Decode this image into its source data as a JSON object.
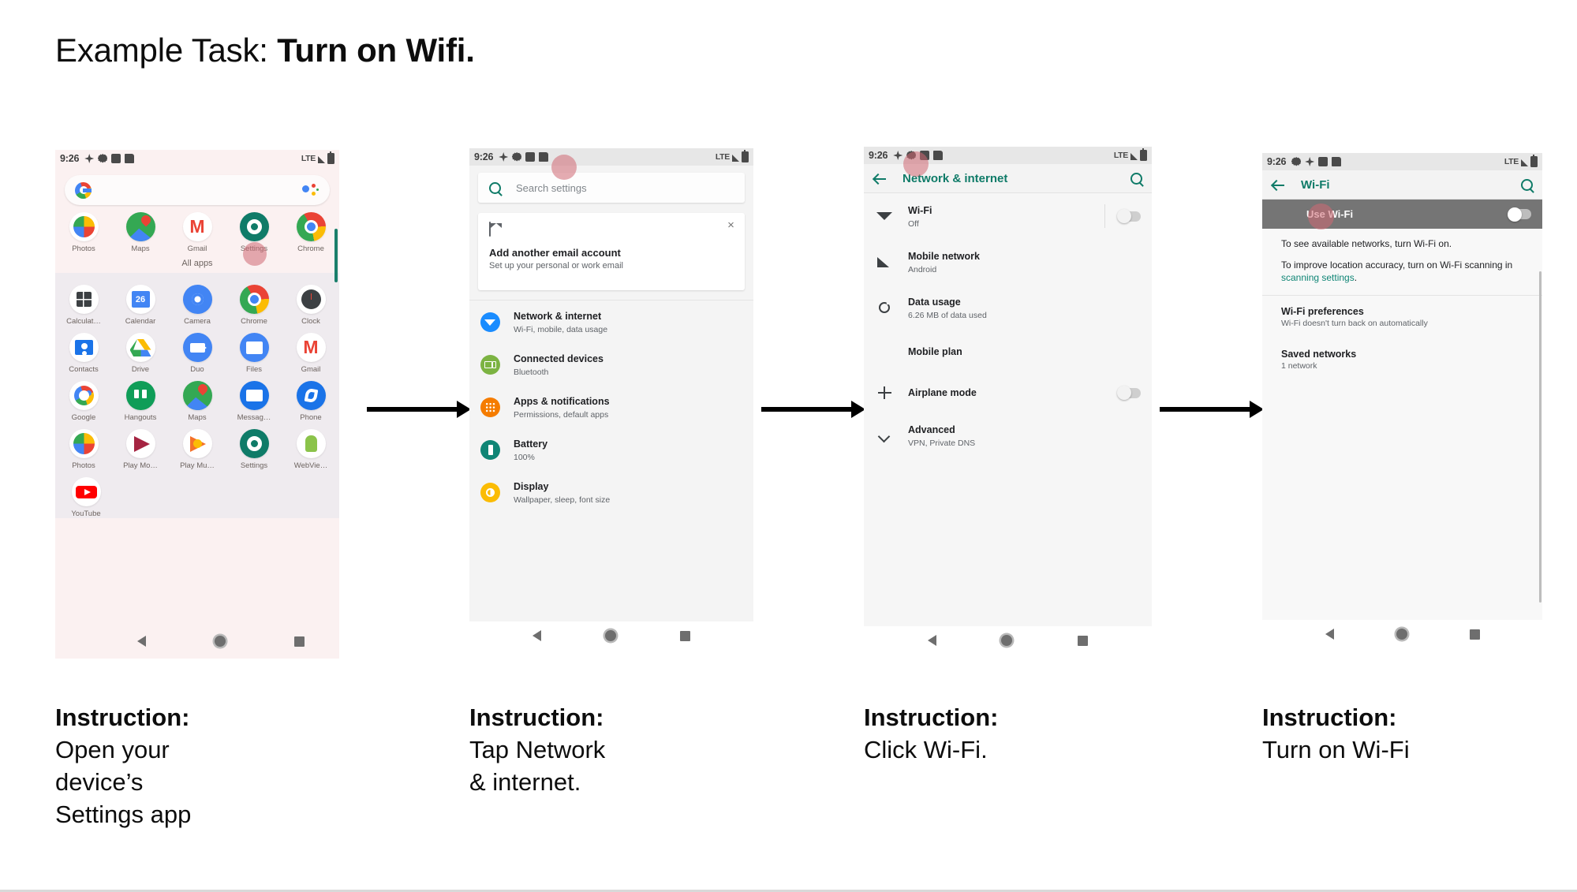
{
  "title": {
    "prefix": "Example Task: ",
    "task": "Turn on Wifi."
  },
  "status_bar": {
    "clock": "9:26",
    "network": "LTE",
    "icons": [
      "cast-icon",
      "gear-icon",
      "warning-icon",
      "sd-card-icon"
    ]
  },
  "nav_bar": {
    "back": "back-button",
    "home": "home-button",
    "recents": "recents-button"
  },
  "colors": {
    "accent_teal": "#0f7b68",
    "highlight_gray": "#757575",
    "tap_indicator": "#d06872",
    "link_teal": "#0f8575"
  },
  "steps": [
    {
      "index": 1,
      "screen_name": "android-launcher",
      "search_placeholder": "",
      "all_apps_label": "All apps",
      "favorites": [
        {
          "label": "Photos",
          "icon": "photos-icon"
        },
        {
          "label": "Maps",
          "icon": "maps-icon"
        },
        {
          "label": "Gmail",
          "icon": "gmail-icon"
        },
        {
          "label": "Settings",
          "icon": "settings-icon",
          "tapped": true
        },
        {
          "label": "Chrome",
          "icon": "chrome-icon"
        }
      ],
      "drawer_rows": [
        [
          {
            "label": "Calculat…",
            "icon": "calculator-icon"
          },
          {
            "label": "Calendar",
            "icon": "calendar-icon"
          },
          {
            "label": "Camera",
            "icon": "camera-icon"
          },
          {
            "label": "Chrome",
            "icon": "chrome-icon"
          },
          {
            "label": "Clock",
            "icon": "clock-icon"
          }
        ],
        [
          {
            "label": "Contacts",
            "icon": "contacts-icon"
          },
          {
            "label": "Drive",
            "icon": "drive-icon"
          },
          {
            "label": "Duo",
            "icon": "duo-icon"
          },
          {
            "label": "Files",
            "icon": "files-icon"
          },
          {
            "label": "Gmail",
            "icon": "gmail-icon"
          }
        ],
        [
          {
            "label": "Google",
            "icon": "google-icon"
          },
          {
            "label": "Hangouts",
            "icon": "hangouts-icon"
          },
          {
            "label": "Maps",
            "icon": "maps-icon"
          },
          {
            "label": "Messag…",
            "icon": "messages-icon"
          },
          {
            "label": "Phone",
            "icon": "phone-icon"
          }
        ],
        [
          {
            "label": "Photos",
            "icon": "photos-icon"
          },
          {
            "label": "Play Mo…",
            "icon": "play-movies-icon"
          },
          {
            "label": "Play Mu…",
            "icon": "play-music-icon"
          },
          {
            "label": "Settings",
            "icon": "settings-icon"
          },
          {
            "label": "WebVie…",
            "icon": "webview-icon"
          }
        ],
        [
          {
            "label": "YouTube",
            "icon": "youtube-icon"
          }
        ]
      ],
      "caption_head": "Instruction:",
      "caption_body": "Open your\ndevice’s\nSettings app"
    },
    {
      "index": 2,
      "screen_name": "settings-home",
      "search_placeholder": "Search settings",
      "promo": {
        "title": "Add another email account",
        "subtitle": "Set up your personal or work email",
        "close": "×",
        "icon": "gmail-outline-icon"
      },
      "items": [
        {
          "title": "Network & internet",
          "subtitle": "Wi-Fi, mobile, data usage",
          "icon": "network-icon",
          "tapped": true
        },
        {
          "title": "Connected devices",
          "subtitle": "Bluetooth",
          "icon": "connected-devices-icon"
        },
        {
          "title": "Apps & notifications",
          "subtitle": "Permissions, default apps",
          "icon": "apps-icon"
        },
        {
          "title": "Battery",
          "subtitle": "100%",
          "icon": "battery-icon"
        },
        {
          "title": "Display",
          "subtitle": "Wallpaper, sleep, font size",
          "icon": "display-icon"
        }
      ],
      "caption_head": "Instruction:",
      "caption_body": "Tap Network\n& internet."
    },
    {
      "index": 3,
      "screen_name": "network-and-internet",
      "app_bar_title": "Network & internet",
      "items": [
        {
          "title": "Wi-Fi",
          "subtitle": "Off",
          "icon": "wifi-icon",
          "toggle": "off",
          "tapped": true
        },
        {
          "title": "Mobile network",
          "subtitle": "Android",
          "icon": "mobile-signal-icon"
        },
        {
          "title": "Data usage",
          "subtitle": "6.26 MB of data used",
          "icon": "data-usage-icon"
        },
        {
          "title": "Mobile plan",
          "subtitle": "",
          "icon": ""
        },
        {
          "title": "Airplane mode",
          "subtitle": "",
          "icon": "airplane-icon",
          "toggle": "off"
        },
        {
          "title": "Advanced",
          "subtitle": "VPN, Private DNS",
          "icon": "chevron-down-icon"
        }
      ],
      "caption_head": "Instruction:",
      "caption_body": "Click Wi-Fi."
    },
    {
      "index": 4,
      "screen_name": "wifi-settings",
      "app_bar_title": "Wi-Fi",
      "use_wifi": {
        "label": "Use Wi-Fi",
        "toggle": "off",
        "tapped": true
      },
      "paragraphs": [
        {
          "text": "To see available networks, turn Wi-Fi on."
        },
        {
          "text": "To improve location accuracy, turn on Wi-Fi scanning in ",
          "link": "scanning settings",
          "tail": "."
        }
      ],
      "items": [
        {
          "title": "Wi-Fi preferences",
          "subtitle": "Wi-Fi doesn't turn back on automatically"
        },
        {
          "title": "Saved networks",
          "subtitle": "1 network"
        }
      ],
      "caption_head": "Instruction:",
      "caption_body": "Turn on Wi-Fi"
    }
  ]
}
